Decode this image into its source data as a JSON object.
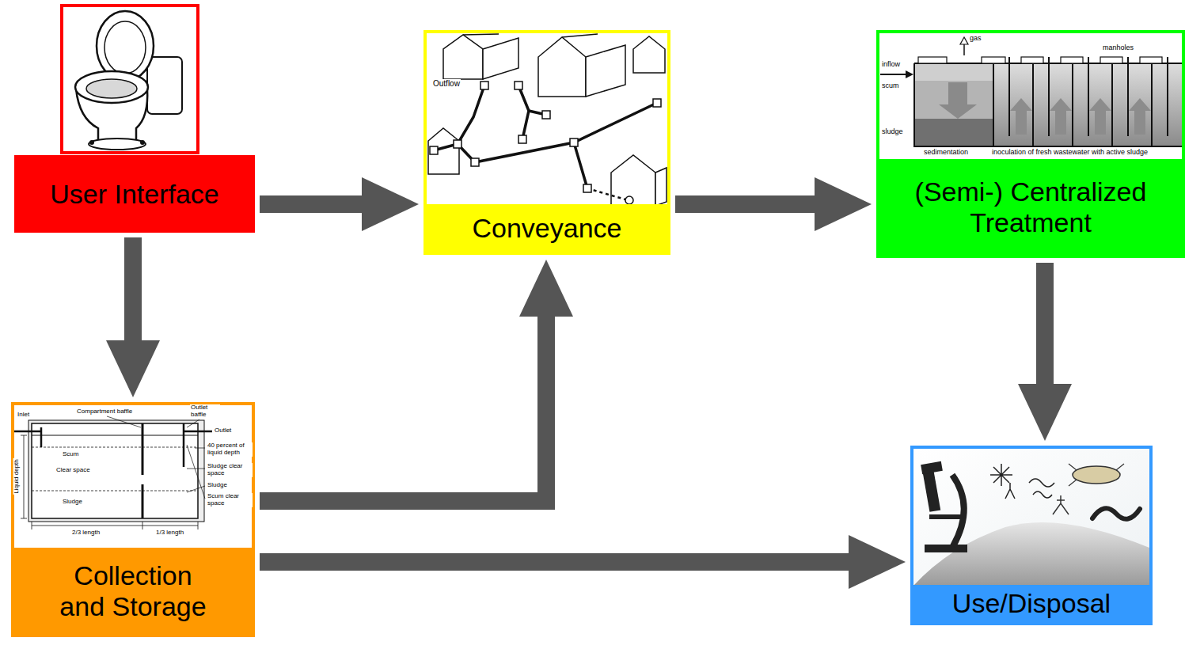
{
  "diagram": {
    "nodes": [
      {
        "text": [
          "User Interface"
        ]
      },
      {
        "text": [
          "Conveyance"
        ]
      },
      {
        "text": [
          "(Semi-) Centralized Treatment"
        ]
      },
      {
        "text": [
          "Collection and Storage"
        ]
      },
      {
        "text": [
          "Use/Disposal"
        ]
      }
    ],
    "edges": [
      {
        "from": 0,
        "to": 1,
        "arrow": "to"
      },
      {
        "from": 1,
        "to": 2,
        "arrow": "to"
      },
      {
        "from": 0,
        "to": 3,
        "arrow": "to"
      },
      {
        "from": 3,
        "to": 1,
        "arrow": "to"
      },
      {
        "from": 3,
        "to": 4,
        "arrow": "to"
      },
      {
        "from": 2,
        "to": 4,
        "arrow": "to"
      }
    ],
    "labels": [
      "Outflow",
      "gas",
      "manholes",
      "inflow",
      "scum",
      "sludge",
      "sedimentation",
      "inoculation of fresh wastewater with active sludge",
      "Inlet",
      "Compartment baffle",
      "Outlet baffle",
      "Outlet",
      "40 percent of liquid depth",
      "Scum",
      "Clear space",
      "Sludge",
      "Sludge clear space",
      "Sludge",
      "Scum clear space",
      "Liquid depth",
      "2/3 length",
      "1/3 length"
    ]
  }
}
